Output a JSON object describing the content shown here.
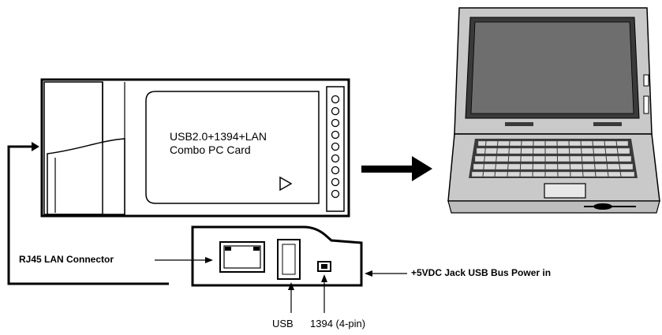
{
  "card": {
    "line1": "USB2.0+1394+LAN",
    "line2": "Combo PC Card"
  },
  "labels": {
    "rj45": "RJ45 LAN Connector",
    "power": "+5VDC Jack USB Bus Power in",
    "usb": "USB",
    "fw": "1394 (4-pin)"
  },
  "colors": {
    "line": "#000000",
    "laptop_body": "#c9c9c9",
    "laptop_screen": "#6e6e6e",
    "laptop_dark": "#3a3a3a"
  }
}
